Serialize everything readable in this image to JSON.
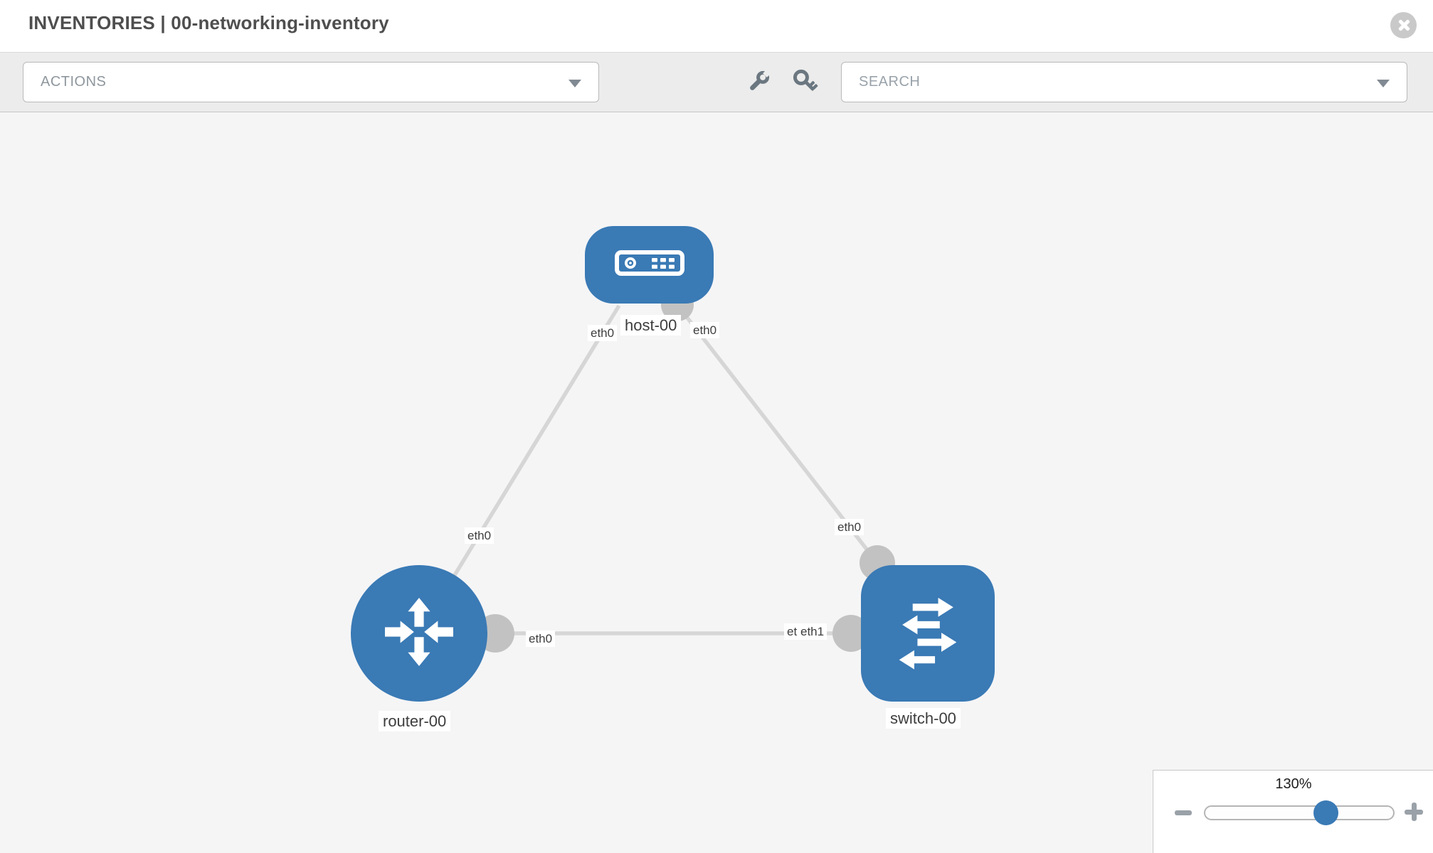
{
  "header": {
    "title": "INVENTORIES | 00-networking-inventory"
  },
  "toolbar": {
    "actions_label": "ACTIONS",
    "search_placeholder": "SEARCH"
  },
  "icons": {
    "close": "circle-x",
    "wrench": "wrench",
    "key": "key",
    "actions_caret": "chevron-down",
    "search_caret": "chevron-down",
    "zoom_out": "minus",
    "zoom_in": "plus"
  },
  "topology": {
    "nodes": [
      {
        "id": "host-00",
        "type": "host",
        "label": "host-00",
        "icon": "server-icon"
      },
      {
        "id": "router-00",
        "type": "router",
        "label": "router-00",
        "icon": "router-arrows-icon"
      },
      {
        "id": "switch-00",
        "type": "switch",
        "label": "switch-00",
        "icon": "switch-arrows-icon"
      }
    ],
    "links": [
      {
        "from": "host-00",
        "from_port": "eth0",
        "to": "router-00",
        "to_port": "eth0"
      },
      {
        "from": "host-00",
        "from_port": "eth0",
        "to": "switch-00",
        "to_port": "eth0"
      },
      {
        "from": "router-00",
        "from_port": "eth0",
        "to": "switch-00",
        "to_port": "eth1"
      }
    ],
    "port_labels": {
      "host_left": "eth0",
      "host_right": "eth0",
      "router_top": "eth0",
      "switch_top": "eth0",
      "router_right": "eth0",
      "switch_back": "eth0",
      "switch_front": "eth1"
    }
  },
  "zoom_control": {
    "value": "130%",
    "percent": 64
  },
  "colors": {
    "node_blue": "#3a7ab5",
    "link_gray": "#d6d6d6",
    "connector_gray": "#c2c2c2"
  }
}
